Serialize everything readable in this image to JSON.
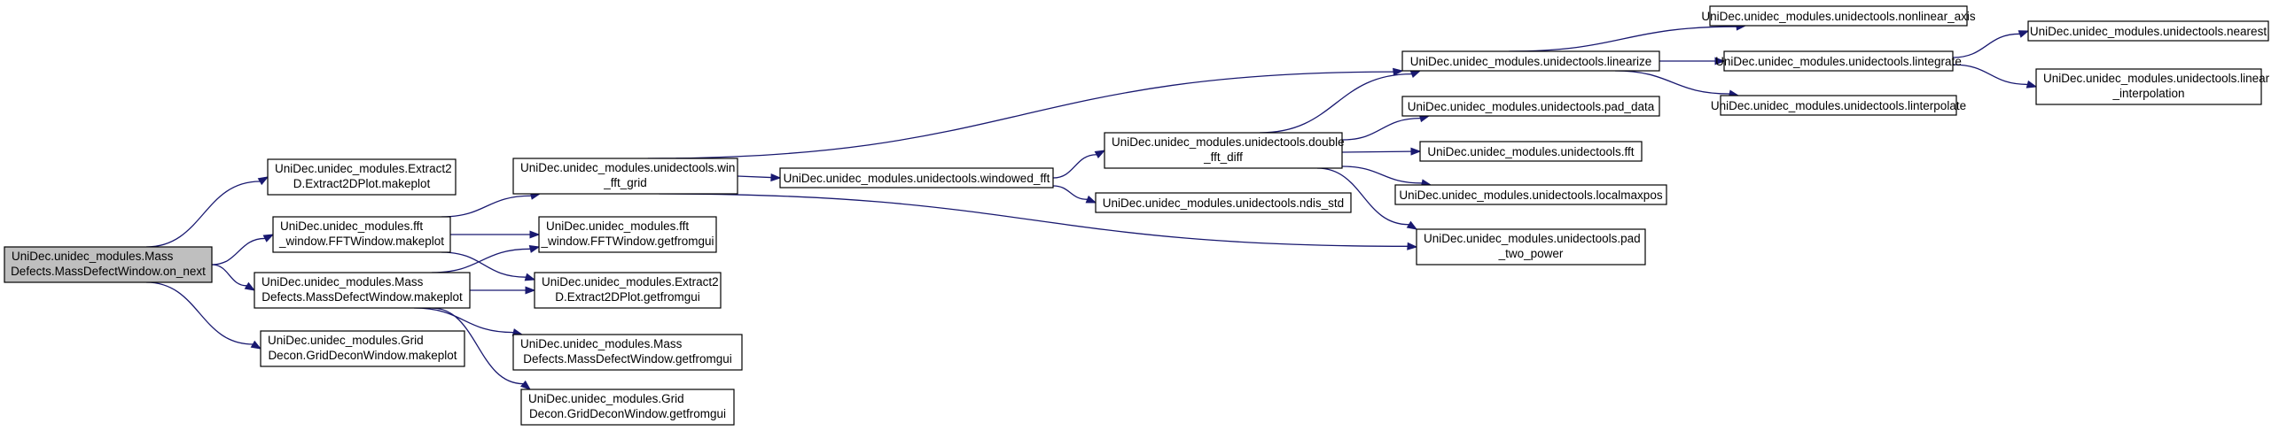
{
  "graph": {
    "root_color": "#bfbfbf",
    "node_color": "#ffffff",
    "edge_color": "#191970",
    "nodes": [
      {
        "id": "root",
        "lines": [
          "UniDec.unidec_modules.Mass",
          "Defects.MassDefectWindow.on_next"
        ],
        "root": true
      },
      {
        "id": "ex2d_make",
        "lines": [
          "UniDec.unidec_modules.Extract2",
          "D.Extract2DPlot.makeplot"
        ]
      },
      {
        "id": "fft_make",
        "lines": [
          "UniDec.unidec_modules.fft",
          "_window.FFTWindow.makeplot"
        ]
      },
      {
        "id": "md_make",
        "lines": [
          "UniDec.unidec_modules.Mass",
          "Defects.MassDefectWindow.makeplot"
        ]
      },
      {
        "id": "gd_make",
        "lines": [
          "UniDec.unidec_modules.Grid",
          "Decon.GridDeconWindow.makeplot"
        ]
      },
      {
        "id": "win_fft_grid",
        "lines": [
          "UniDec.unidec_modules.unidectools.win",
          "_fft_grid"
        ]
      },
      {
        "id": "fft_getgui",
        "lines": [
          "UniDec.unidec_modules.fft",
          "_window.FFTWindow.getfromgui"
        ]
      },
      {
        "id": "ex2d_getgui",
        "lines": [
          "UniDec.unidec_modules.Extract2",
          "D.Extract2DPlot.getfromgui"
        ]
      },
      {
        "id": "md_getgui",
        "lines": [
          "UniDec.unidec_modules.Mass",
          "Defects.MassDefectWindow.getfromgui"
        ]
      },
      {
        "id": "gd_getgui",
        "lines": [
          "UniDec.unidec_modules.Grid",
          "Decon.GridDeconWindow.getfromgui"
        ]
      },
      {
        "id": "windowed_fft",
        "lines": [
          "UniDec.unidec_modules.unidectools.windowed_fft"
        ]
      },
      {
        "id": "double_fft",
        "lines": [
          "UniDec.unidec_modules.unidectools.double",
          "_fft_diff"
        ]
      },
      {
        "id": "ndis_std",
        "lines": [
          "UniDec.unidec_modules.unidectools.ndis_std"
        ]
      },
      {
        "id": "linearize",
        "lines": [
          "UniDec.unidec_modules.unidectools.linearize"
        ]
      },
      {
        "id": "pad_data",
        "lines": [
          "UniDec.unidec_modules.unidectools.pad_data"
        ]
      },
      {
        "id": "fft",
        "lines": [
          "UniDec.unidec_modules.unidectools.fft"
        ]
      },
      {
        "id": "localmaxpos",
        "lines": [
          "UniDec.unidec_modules.unidectools.localmaxpos"
        ]
      },
      {
        "id": "pad_two_power",
        "lines": [
          "UniDec.unidec_modules.unidectools.pad",
          "_two_power"
        ]
      },
      {
        "id": "nonlinear_axis",
        "lines": [
          "UniDec.unidec_modules.unidectools.nonlinear_axis"
        ]
      },
      {
        "id": "lintegrate",
        "lines": [
          "UniDec.unidec_modules.unidectools.lintegrate"
        ]
      },
      {
        "id": "linterpolate",
        "lines": [
          "UniDec.unidec_modules.unidectools.linterpolate"
        ]
      },
      {
        "id": "nearest",
        "lines": [
          "UniDec.unidec_modules.unidectools.nearest"
        ]
      },
      {
        "id": "linear_interp",
        "lines": [
          "UniDec.unidec_modules.unidectools.linear",
          "_interpolation"
        ]
      }
    ],
    "edges": [
      [
        "root",
        "ex2d_make"
      ],
      [
        "root",
        "fft_make"
      ],
      [
        "root",
        "md_make"
      ],
      [
        "root",
        "gd_make"
      ],
      [
        "fft_make",
        "win_fft_grid"
      ],
      [
        "fft_make",
        "fft_getgui"
      ],
      [
        "fft_make",
        "ex2d_getgui"
      ],
      [
        "md_make",
        "fft_getgui"
      ],
      [
        "md_make",
        "ex2d_getgui"
      ],
      [
        "md_make",
        "md_getgui"
      ],
      [
        "md_make",
        "gd_getgui"
      ],
      [
        "win_fft_grid",
        "windowed_fft"
      ],
      [
        "win_fft_grid",
        "linearize"
      ],
      [
        "win_fft_grid",
        "pad_two_power"
      ],
      [
        "windowed_fft",
        "double_fft"
      ],
      [
        "windowed_fft",
        "ndis_std"
      ],
      [
        "double_fft",
        "linearize"
      ],
      [
        "double_fft",
        "pad_data"
      ],
      [
        "double_fft",
        "fft"
      ],
      [
        "double_fft",
        "localmaxpos"
      ],
      [
        "double_fft",
        "pad_two_power"
      ],
      [
        "linearize",
        "nonlinear_axis"
      ],
      [
        "linearize",
        "lintegrate"
      ],
      [
        "linearize",
        "linterpolate"
      ],
      [
        "lintegrate",
        "nearest"
      ],
      [
        "lintegrate",
        "linear_interp"
      ]
    ]
  }
}
